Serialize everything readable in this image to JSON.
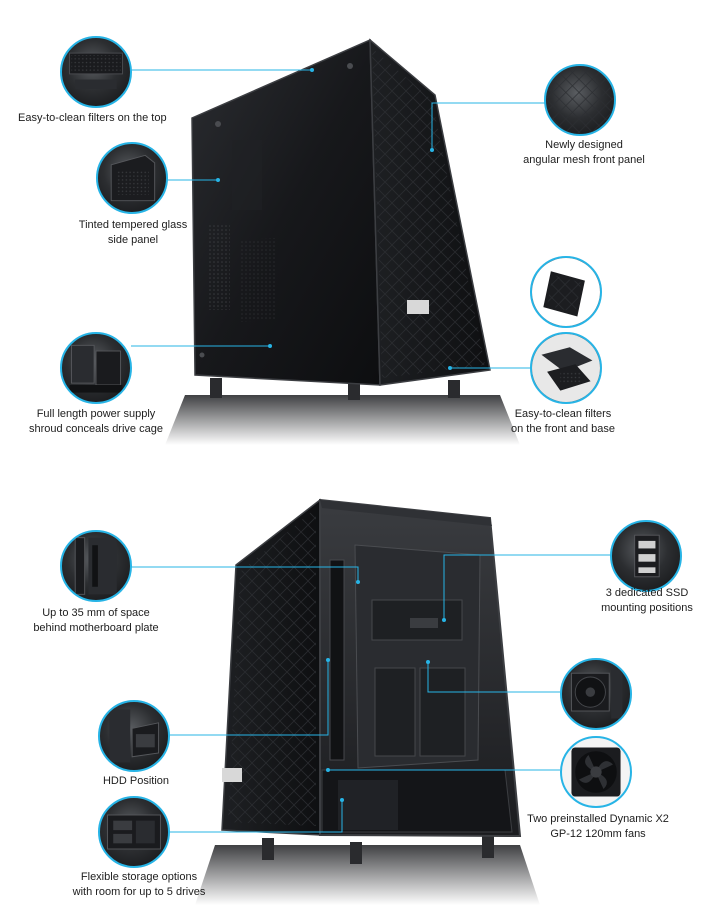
{
  "captions": {
    "top_filters": "Easy-to-clean filters on the top",
    "front_panel_line1": "Newly designed",
    "front_panel_line2": "angular mesh front panel",
    "glass_line1": "Tinted tempered glass",
    "glass_line2": "side panel",
    "psu_line1": "Full length power supply",
    "psu_line2": "shroud conceals drive cage",
    "front_base_line1": "Easy-to-clean filters",
    "front_base_line2": "on the front and base",
    "space_line1": "Up to 35 mm of space",
    "space_line2": "behind motherboard plate",
    "ssd_line1": "3 dedicated SSD",
    "ssd_line2": "mounting positions",
    "hdd": "HDD Position",
    "fans_line1": "Two preinstalled Dynamic X2",
    "fans_line2": "GP-12 120mm fans",
    "storage_line1": "Flexible storage options",
    "storage_line2": "with room for up to 5 drives"
  },
  "colors": {
    "accent": "#27b4e6",
    "case_body": "#16171a",
    "case_edge": "#3a3c40"
  },
  "icons": {
    "fan": "fan-icon"
  }
}
